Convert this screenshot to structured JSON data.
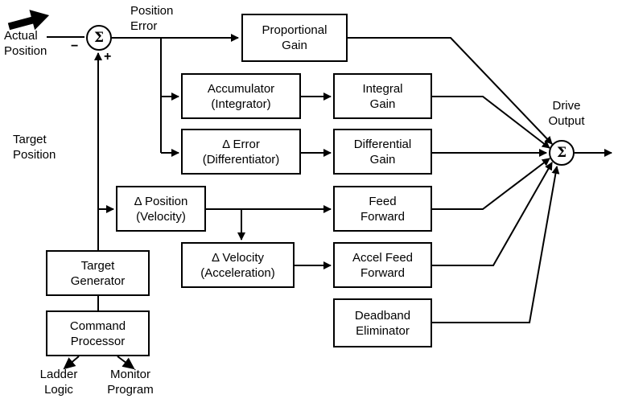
{
  "diagram": {
    "boxes": {
      "proportional_gain": {
        "line1": "Proportional",
        "line2": "Gain"
      },
      "accumulator": {
        "line1": "Accumulator",
        "line2": "(Integrator)"
      },
      "integral_gain": {
        "line1": "Integral",
        "line2": "Gain"
      },
      "delta_error": {
        "line1": "Δ Error",
        "line2": "(Differentiator)"
      },
      "differential_gain": {
        "line1": "Differential",
        "line2": "Gain"
      },
      "delta_position": {
        "line1": "Δ Position",
        "line2": "(Velocity)"
      },
      "feed_forward": {
        "line1": "Feed",
        "line2": "Forward"
      },
      "delta_velocity": {
        "line1": "Δ Velocity",
        "line2": "(Acceleration)"
      },
      "accel_feed_forward": {
        "line1": "Accel Feed",
        "line2": "Forward"
      },
      "deadband_eliminator": {
        "line1": "Deadband",
        "line2": "Eliminator"
      },
      "target_generator": {
        "line1": "Target",
        "line2": "Generator"
      },
      "command_processor": {
        "line1": "Command",
        "line2": "Processor"
      }
    },
    "labels": {
      "actual_position": {
        "line1": "Actual",
        "line2": "Position"
      },
      "position_error": {
        "line1": "Position",
        "line2": "Error"
      },
      "target_position": {
        "line1": "Target",
        "line2": "Position"
      },
      "drive_output": {
        "line1": "Drive",
        "line2": "Output"
      },
      "ladder_logic": {
        "line1": "Ladder",
        "line2": "Logic"
      },
      "monitor_program": {
        "line1": "Monitor",
        "line2": "Program"
      }
    },
    "symbols": {
      "sum": "Σ",
      "minus": "−",
      "plus": "+"
    },
    "colors": {
      "line": "#000000",
      "text": "#000000",
      "box_background": "#ffffff",
      "page_background": "#ffffff"
    }
  }
}
